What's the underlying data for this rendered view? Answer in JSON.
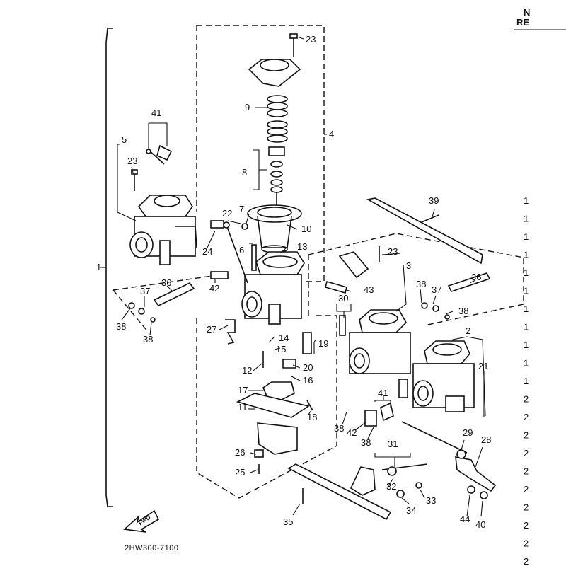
{
  "corner_text": [
    "N",
    "RE"
  ],
  "drawing_code": "2HW300-7100",
  "fwd_label": "FWD",
  "edge_marks": [
    "1",
    "1",
    "1",
    "1",
    "1",
    "1",
    "1",
    "1",
    "1",
    "1",
    "1",
    "2",
    "2",
    "2",
    "2",
    "2",
    "2",
    "2",
    "2",
    "2",
    "2"
  ],
  "callouts": [
    {
      "id": "c1",
      "text": "1"
    },
    {
      "id": "c2",
      "text": "2"
    },
    {
      "id": "c3",
      "text": "3"
    },
    {
      "id": "c4",
      "text": "4"
    },
    {
      "id": "c5",
      "text": "5"
    },
    {
      "id": "c6",
      "text": "6"
    },
    {
      "id": "c7",
      "text": "7"
    },
    {
      "id": "c8",
      "text": "8"
    },
    {
      "id": "c9",
      "text": "9"
    },
    {
      "id": "c10",
      "text": "10"
    },
    {
      "id": "c11",
      "text": "11"
    },
    {
      "id": "c12",
      "text": "12"
    },
    {
      "id": "c13",
      "text": "13"
    },
    {
      "id": "c14",
      "text": "14"
    },
    {
      "id": "c15",
      "text": "15"
    },
    {
      "id": "c16",
      "text": "16"
    },
    {
      "id": "c17",
      "text": "17"
    },
    {
      "id": "c18",
      "text": "18"
    },
    {
      "id": "c19",
      "text": "19"
    },
    {
      "id": "c20",
      "text": "20"
    },
    {
      "id": "c21",
      "text": "21"
    },
    {
      "id": "c22",
      "text": "22"
    },
    {
      "id": "c23a",
      "text": "23"
    },
    {
      "id": "c23b",
      "text": "23"
    },
    {
      "id": "c23c",
      "text": "23"
    },
    {
      "id": "c24",
      "text": "24"
    },
    {
      "id": "c25",
      "text": "25"
    },
    {
      "id": "c26",
      "text": "26"
    },
    {
      "id": "c27",
      "text": "27"
    },
    {
      "id": "c28",
      "text": "28"
    },
    {
      "id": "c29",
      "text": "29"
    },
    {
      "id": "c30",
      "text": "30"
    },
    {
      "id": "c31",
      "text": "31"
    },
    {
      "id": "c32",
      "text": "32"
    },
    {
      "id": "c33",
      "text": "33"
    },
    {
      "id": "c34",
      "text": "34"
    },
    {
      "id": "c35",
      "text": "35"
    },
    {
      "id": "c36a",
      "text": "36"
    },
    {
      "id": "c36b",
      "text": "36"
    },
    {
      "id": "c37a",
      "text": "37"
    },
    {
      "id": "c37b",
      "text": "37"
    },
    {
      "id": "c38a",
      "text": "38"
    },
    {
      "id": "c38b",
      "text": "38"
    },
    {
      "id": "c38c",
      "text": "38"
    },
    {
      "id": "c38d",
      "text": "38"
    },
    {
      "id": "c38e",
      "text": "38"
    },
    {
      "id": "c38f",
      "text": "38"
    },
    {
      "id": "c39",
      "text": "39"
    },
    {
      "id": "c40",
      "text": "40"
    },
    {
      "id": "c41a",
      "text": "41"
    },
    {
      "id": "c41b",
      "text": "41"
    },
    {
      "id": "c42a",
      "text": "42"
    },
    {
      "id": "c42b",
      "text": "42"
    },
    {
      "id": "c43",
      "text": "43"
    },
    {
      "id": "c44",
      "text": "44"
    }
  ]
}
